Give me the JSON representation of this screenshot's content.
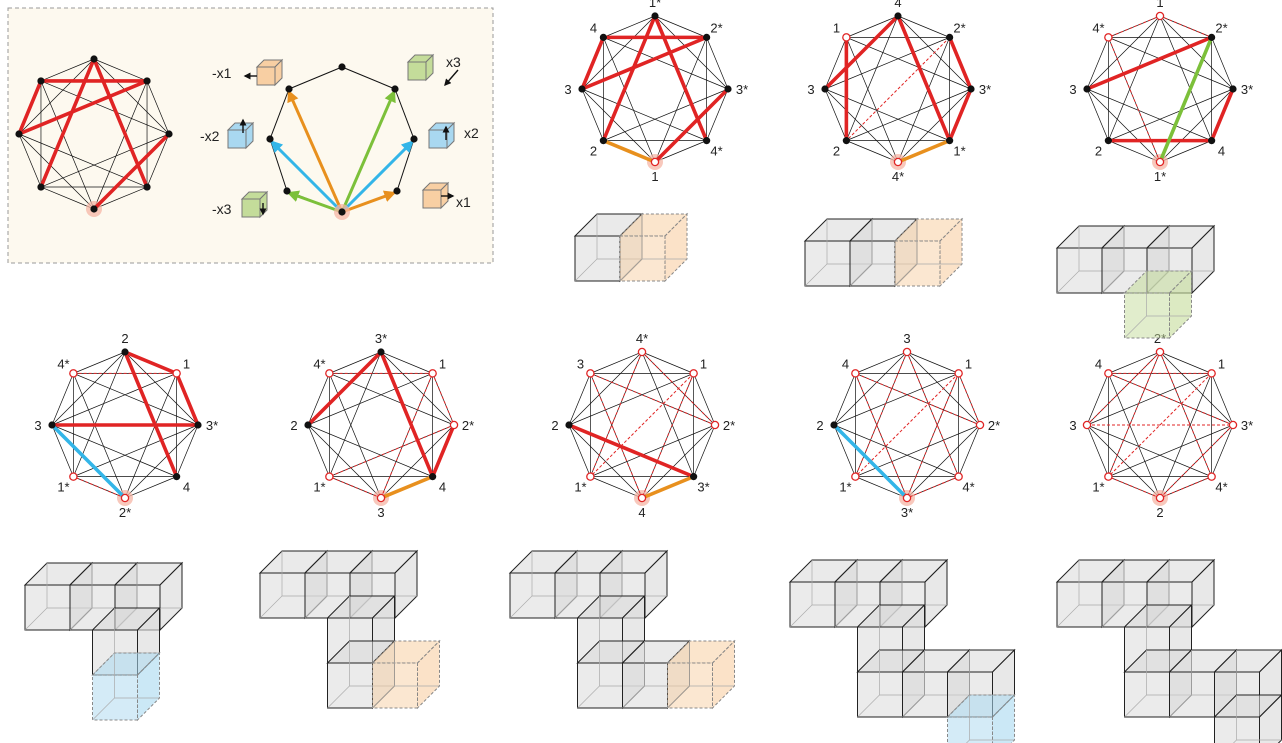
{
  "legend": {
    "labels": [
      "-x1",
      "x3",
      "-x2",
      "x2",
      "-x3",
      "x1"
    ]
  },
  "panels": [
    {
      "id": "p1",
      "labels": [
        "1*",
        "2*",
        "3*",
        "4*",
        "1",
        "2",
        "3",
        "4"
      ],
      "red_solid": [
        [
          0,
          3
        ],
        [
          0,
          5
        ],
        [
          1,
          6
        ],
        [
          1,
          7
        ],
        [
          2,
          4
        ],
        [
          6,
          7
        ]
      ],
      "red_dashed": [],
      "colored": [
        {
          "edge": [
            4,
            5
          ],
          "color": "orange"
        }
      ],
      "open": [
        4
      ]
    },
    {
      "id": "p2",
      "labels": [
        "4",
        "2*",
        "3*",
        "1*",
        "4*",
        "2",
        "3",
        "1"
      ],
      "red_solid": [
        [
          0,
          3
        ],
        [
          0,
          6
        ],
        [
          1,
          2
        ],
        [
          2,
          3
        ],
        [
          5,
          7
        ]
      ],
      "red_dashed": [
        [
          1,
          5
        ]
      ],
      "colored": [
        {
          "edge": [
            4,
            3
          ],
          "color": "orange"
        }
      ],
      "open": [
        4,
        7
      ]
    },
    {
      "id": "p3",
      "labels": [
        "1",
        "2*",
        "3*",
        "4",
        "1*",
        "2",
        "3",
        "4*"
      ],
      "red_solid": [
        [
          1,
          6
        ],
        [
          2,
          3
        ],
        [
          3,
          5
        ]
      ],
      "red_dashed": [
        [
          0,
          7
        ],
        [
          0,
          1
        ],
        [
          4,
          7
        ]
      ],
      "colored": [
        {
          "edge": [
            4,
            1
          ],
          "color": "green"
        }
      ],
      "open": [
        0,
        4,
        7
      ]
    },
    {
      "id": "p4",
      "labels": [
        "2",
        "1",
        "3*",
        "4",
        "2*",
        "1*",
        "3",
        "4*"
      ],
      "red_solid": [
        [
          0,
          3
        ],
        [
          0,
          1
        ],
        [
          1,
          2
        ],
        [
          2,
          6
        ]
      ],
      "red_dashed": [
        [
          1,
          7
        ],
        [
          4,
          5
        ]
      ],
      "colored": [
        {
          "edge": [
            4,
            6
          ],
          "color": "blue"
        }
      ],
      "open": [
        1,
        4,
        5,
        7
      ]
    },
    {
      "id": "p5",
      "labels": [
        "3*",
        "1",
        "2*",
        "4",
        "3",
        "1*",
        "2",
        "4*"
      ],
      "red_solid": [
        [
          0,
          6
        ],
        [
          0,
          3
        ],
        [
          3,
          2
        ]
      ],
      "red_dashed": [
        [
          1,
          7
        ],
        [
          1,
          2
        ],
        [
          2,
          5
        ],
        [
          4,
          5
        ],
        [
          4,
          1
        ]
      ],
      "colored": [
        {
          "edge": [
            4,
            3
          ],
          "color": "orange"
        }
      ],
      "open": [
        1,
        2,
        4,
        5,
        7
      ]
    },
    {
      "id": "p6",
      "labels": [
        "4*",
        "1",
        "2*",
        "3*",
        "4",
        "1*",
        "2",
        "3"
      ],
      "red_solid": [
        [
          6,
          3
        ]
      ],
      "red_dashed": [
        [
          0,
          2
        ],
        [
          0,
          5
        ],
        [
          2,
          7
        ],
        [
          1,
          5
        ],
        [
          1,
          4
        ],
        [
          4,
          7
        ]
      ],
      "colored": [
        {
          "edge": [
            4,
            3
          ],
          "color": "orange"
        }
      ],
      "open": [
        0,
        1,
        2,
        5,
        4,
        7
      ]
    },
    {
      "id": "p7",
      "labels": [
        "3",
        "1",
        "2*",
        "4*",
        "3*",
        "1*",
        "2",
        "4"
      ],
      "red_solid": [],
      "red_dashed": [
        [
          0,
          3
        ],
        [
          0,
          5
        ],
        [
          1,
          5
        ],
        [
          1,
          4
        ],
        [
          2,
          7
        ],
        [
          3,
          4
        ],
        [
          2,
          1
        ],
        [
          7,
          4
        ]
      ],
      "colored": [
        {
          "edge": [
            4,
            6
          ],
          "color": "blue"
        }
      ],
      "open": [
        0,
        1,
        2,
        3,
        4,
        5,
        7
      ]
    },
    {
      "id": "p8",
      "labels": [
        "2*",
        "1",
        "3*",
        "4*",
        "2",
        "1*",
        "3",
        "4"
      ],
      "red_solid": [],
      "red_dashed": [
        [
          0,
          3
        ],
        [
          0,
          5
        ],
        [
          1,
          5
        ],
        [
          2,
          7
        ],
        [
          3,
          4
        ],
        [
          4,
          5
        ],
        [
          7,
          1
        ],
        [
          2,
          4
        ],
        [
          6,
          0
        ],
        [
          6,
          2
        ]
      ],
      "colored": [],
      "open": [
        0,
        1,
        2,
        3,
        4,
        5,
        6,
        7
      ]
    }
  ]
}
